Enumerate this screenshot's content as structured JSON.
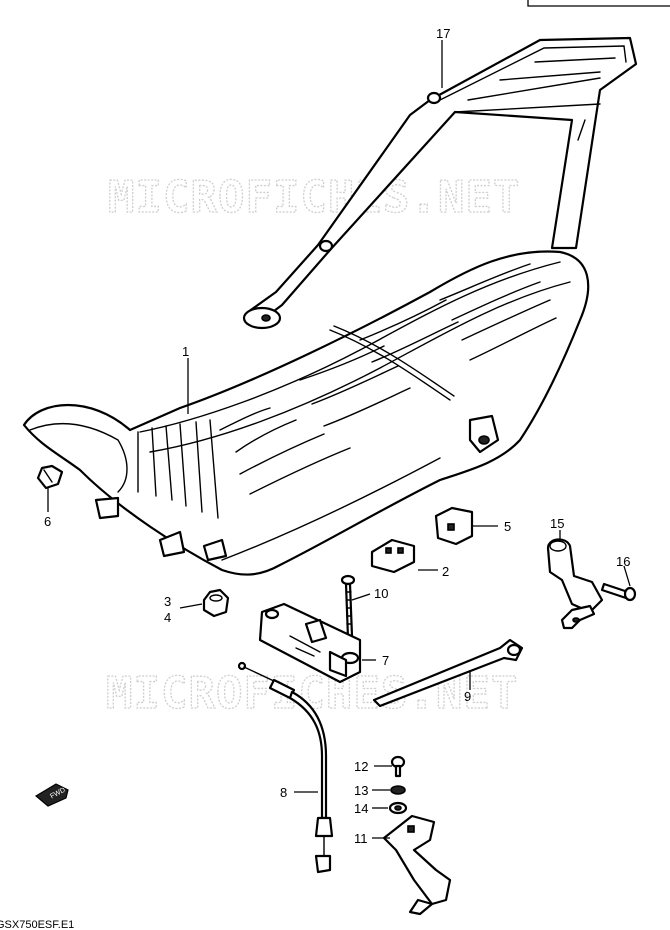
{
  "watermark": "MICROFICHES.NET",
  "footer_code": "GSX750ESF.E1",
  "callouts": [
    {
      "id": "c1",
      "label": "1"
    },
    {
      "id": "c2",
      "label": "2"
    },
    {
      "id": "c3",
      "label": "3"
    },
    {
      "id": "c4",
      "label": "4"
    },
    {
      "id": "c5",
      "label": "5"
    },
    {
      "id": "c6",
      "label": "6"
    },
    {
      "id": "c7",
      "label": "7"
    },
    {
      "id": "c8",
      "label": "8"
    },
    {
      "id": "c9",
      "label": "9"
    },
    {
      "id": "c10",
      "label": "10"
    },
    {
      "id": "c11",
      "label": "11"
    },
    {
      "id": "c12",
      "label": "12"
    },
    {
      "id": "c13",
      "label": "13"
    },
    {
      "id": "c14",
      "label": "14"
    },
    {
      "id": "c15",
      "label": "15"
    },
    {
      "id": "c16",
      "label": "16"
    },
    {
      "id": "c17",
      "label": "17"
    }
  ],
  "fwd_label": "FWD"
}
